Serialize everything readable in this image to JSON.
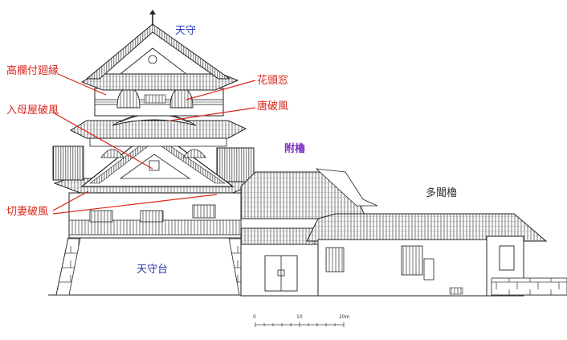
{
  "labels": {
    "tenshu": "天守",
    "koran_tsuki_mawaribuchi": "高欄付廻縁",
    "kato_mado": "花頭窓",
    "irimoya_hafu": "入母屋破風",
    "kara_hafu": "唐破風",
    "tsuke_yagura": "附櫓",
    "tamon_yagura": "多聞櫓",
    "kirizuma_hafu": "切妻破風",
    "tenshu_dai": "天守台"
  },
  "scale_ticks": [
    "0",
    "10",
    "20m"
  ],
  "colors": {
    "annotation_red": "#d9261c",
    "annotation_blue": "#2b3aa8",
    "annotation_purple": "#7b2fbf",
    "line": "#222222"
  }
}
